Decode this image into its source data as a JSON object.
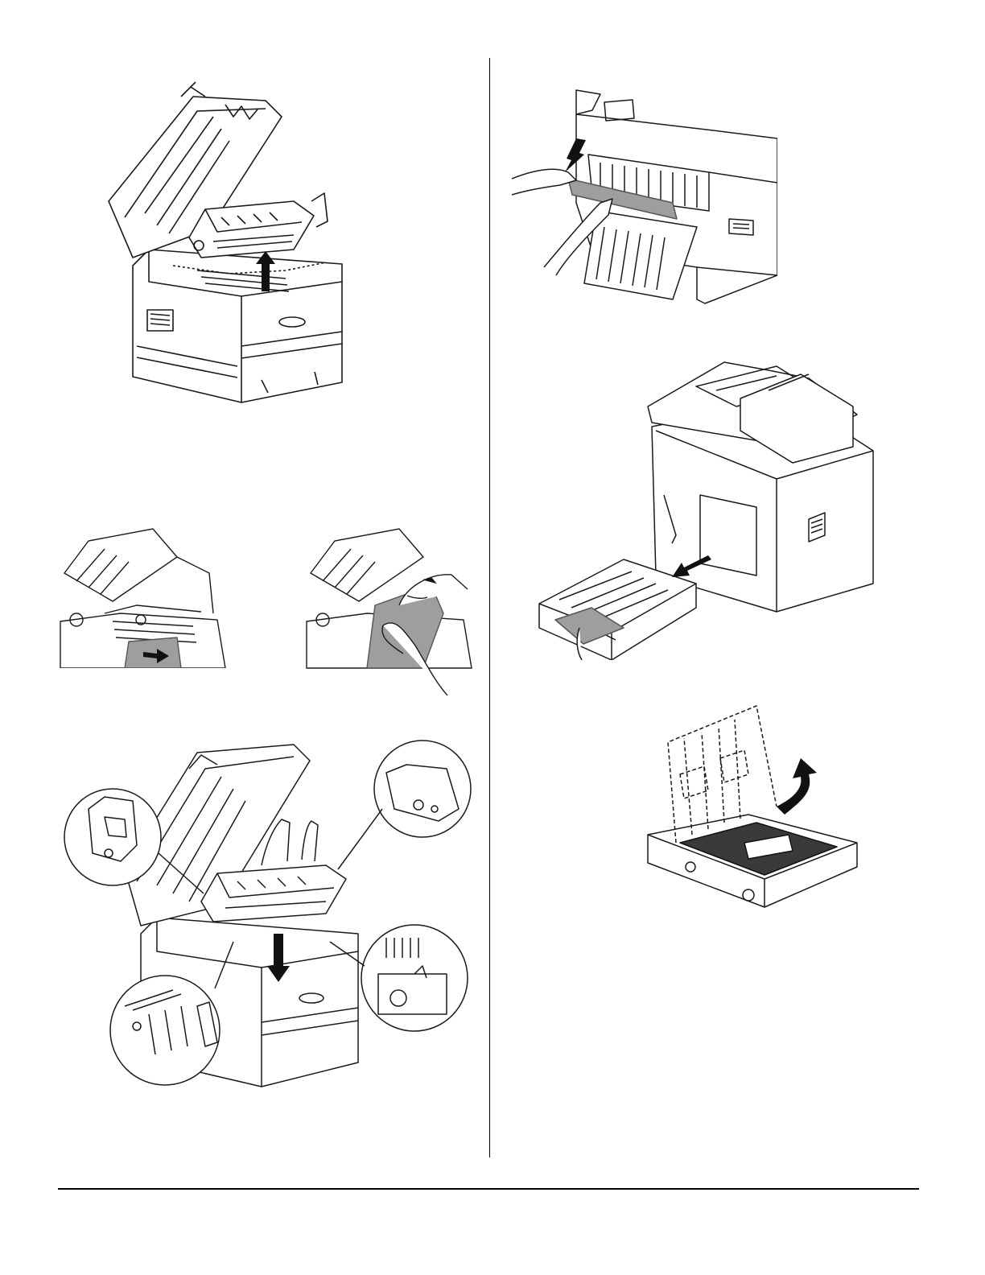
{
  "page": {
    "background": "#ffffff",
    "ink": "#1a1a1a",
    "paper_shade": "#9e9e9e",
    "arrow_fill": "#111111"
  },
  "illustrations": [
    {
      "id": "remove-image-drum",
      "icon": "printer-open-drum-lift-arrow-up"
    },
    {
      "id": "jam-front-left",
      "icon": "paper-arrow-out"
    },
    {
      "id": "jam-front-right",
      "icon": "hand-pull-paper"
    },
    {
      "id": "reinstall-drum",
      "icon": "printer-drum-down-with-detail-callouts"
    },
    {
      "id": "rear-exit-jam",
      "icon": "hands-pull-paper-up-from-rear"
    },
    {
      "id": "duplex-unit-remove",
      "icon": "printer-rear-duplex-pull-out"
    },
    {
      "id": "duplex-cover-open",
      "icon": "duplex-cover-lift-arrow"
    }
  ]
}
